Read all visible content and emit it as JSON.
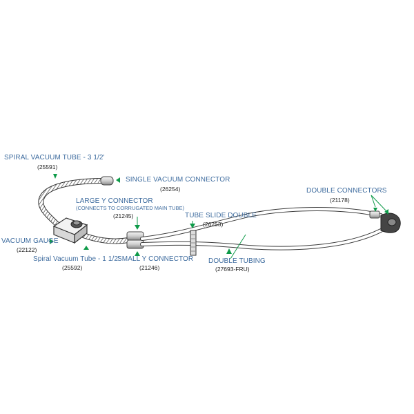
{
  "colors": {
    "label_blue": "#3d6b9e",
    "part_number": "#222222",
    "pointer_green": "#0d9a48",
    "outline": "#3a3a3a"
  },
  "parts": {
    "spiral_tube_long": {
      "name": "SPIRAL VACUUM TUBE - 3 1/2'",
      "number": "(25591)"
    },
    "single_connector": {
      "name": "SINGLE VACUUM CONNECTOR",
      "number": "(26254)"
    },
    "large_y": {
      "name": "LARGE Y CONNECTOR",
      "note": "(CONNECTS TO CORRUGATED MAIN TUBE)",
      "number": "(21245)"
    },
    "tube_slide": {
      "name": "TUBE SLIDE DOUBLE",
      "number": "(26253)"
    },
    "double_connectors": {
      "name": "DOUBLE CONNECTORS",
      "number": "(21178)"
    },
    "vacuum_gauge": {
      "name": "VACUUM GAUGE",
      "number": "(22122)"
    },
    "spiral_tube_short": {
      "name": "Spiral Vacuum Tube - 1 1/2'",
      "number": "(25592)"
    },
    "small_y": {
      "name": "SMALL Y CONNECTOR",
      "number": "(21246)"
    },
    "double_tubing": {
      "name": "DOUBLE TUBING",
      "number": "(27693-FRU)"
    }
  }
}
